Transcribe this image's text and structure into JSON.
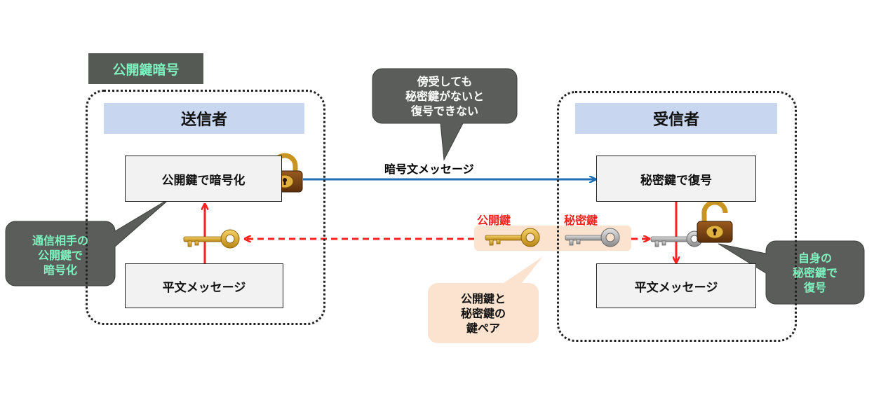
{
  "title": "公開鍵暗号",
  "sender": {
    "header": "送信者",
    "encrypt_box": "公開鍵で暗号化",
    "plain_box": "平文メッセージ"
  },
  "receiver": {
    "header": "受信者",
    "decrypt_box": "秘密鍵で復号",
    "plain_box": "平文メッセージ"
  },
  "arrow_label": "暗号文メッセージ",
  "public_key_label": "公開鍵",
  "private_key_label": "秘密鍵",
  "callouts": {
    "intercept": "傍受しても\n秘密鍵がないと\n復号できない",
    "sender_note": "通信相手の\n公開鍵で\n暗号化",
    "receiver_note": "自身の\n秘密鍵で\n復号",
    "key_pair": "公開鍵と\n秘密鍵の\n鍵ペア"
  },
  "colors": {
    "arrow_blue": "#1f6fb4",
    "arrow_red": "#ff2020",
    "callout_gray": "#5a5d5a",
    "callout_green_text": "#7ff2c0",
    "peach": "#fbe3cf",
    "header_blue": "#c8d6ef",
    "gold_key": "#d9a826",
    "silver_key": "#a8a8a8"
  }
}
